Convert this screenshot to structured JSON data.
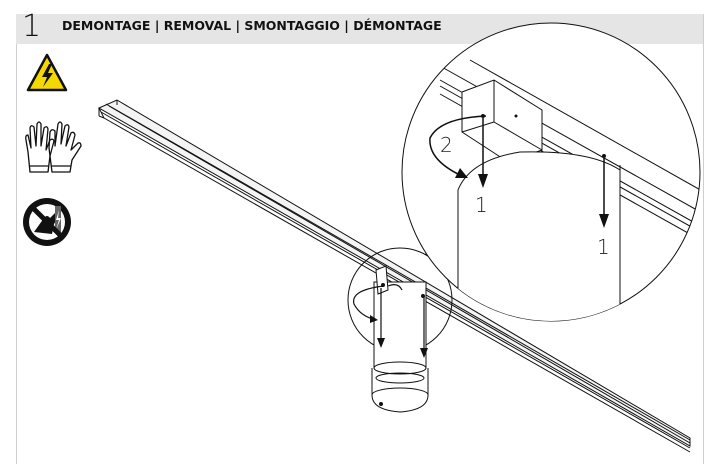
{
  "header": {
    "step_number": "1",
    "title": "DEMONTAGE | REMOVAL | SMONTAGGIO | DÉMONTAGE"
  },
  "icons": [
    {
      "name": "electrical-hazard-icon",
      "color": "#f5d800"
    },
    {
      "name": "protective-gloves-icon",
      "color": "#000000"
    },
    {
      "name": "do-not-touch-live-icon",
      "color": "#000000"
    }
  ],
  "callouts": {
    "rotate_step": "2",
    "pull_step_left": "1",
    "pull_step_right": "1"
  }
}
